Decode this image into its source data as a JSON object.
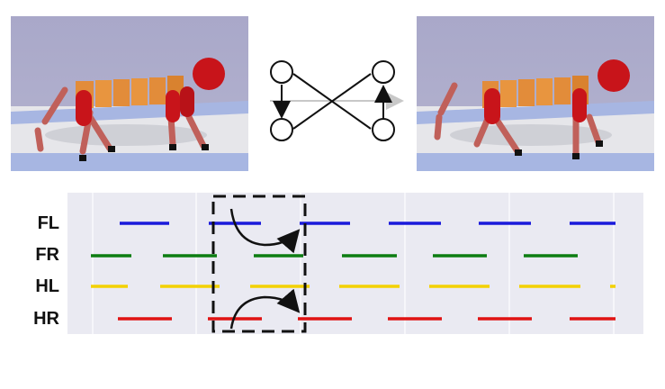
{
  "figure": {
    "left_panel": {
      "description_icon": "robot-dog-pose-a"
    },
    "right_panel": {
      "description_icon": "robot-dog-pose-b"
    },
    "switch_diagram_icon": "crossing-switch-icon"
  },
  "gait_chart": {
    "labels": [
      "FL",
      "FR",
      "HL",
      "HR"
    ],
    "colors": {
      "FL": "#1a1adb",
      "FR": "#0d7d12",
      "HL": "#f3d100",
      "HR": "#e01313"
    },
    "grid_color": "#ffffff",
    "background": "#eaeaf2",
    "dashed_box_icon": "dashed-highlight-box",
    "arrow_icons": [
      "curved-arrow-icon",
      "curved-arrow-icon"
    ]
  }
}
